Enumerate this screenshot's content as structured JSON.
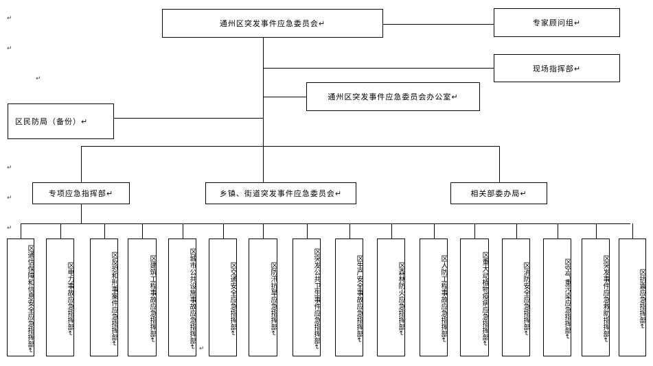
{
  "top": {
    "committee": "通州区突发事件应急委员会↵",
    "experts": "专家顾问组↵",
    "onsite": "现场指挥部↵",
    "office": "通州区突发事件应急委员会办公室↵",
    "civil_defense": "区民防局（备份）↵"
  },
  "middle": {
    "special": "专项应急指挥部↵",
    "towns": "乡镇、街道突发事件应急委员会↵",
    "depts": "相关部委办局↵"
  },
  "commands": [
    "区通信保障和信息安全应急指挥部↵",
    "区电力事故应急指挥部↵",
    "区反恐和刑事案件应急指挥部↵",
    "区建筑工程事故应急指挥部↵",
    "区城市公共设施事故应急指挥部↵",
    "区交通安全应急指挥部↵",
    "区防汛抗旱应急指挥部↵",
    "区突发公共卫生事件应急指挥部↵",
    "区生产安全事故应急指挥部↵",
    "区森林防火应急指挥部↵",
    "区人防工程事故应急指挥部↵",
    "区重大动植物疫病应急指挥部↵",
    "区消防安全应急指挥部↵",
    "区空气重污染应急指挥部↵",
    "区突发事件应急救助指挥部↵",
    "区抗震应急指挥部↵"
  ],
  "paragraph_mark": "↵"
}
